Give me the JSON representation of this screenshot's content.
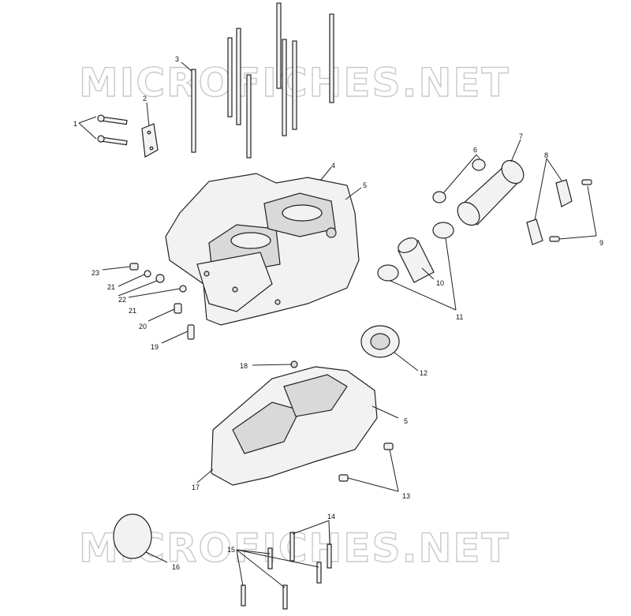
{
  "watermark": {
    "text": "MICROFICHES.NET"
  },
  "callouts": [
    {
      "id": "c1",
      "label": "1"
    },
    {
      "id": "c2",
      "label": "2"
    },
    {
      "id": "c3",
      "label": "3"
    },
    {
      "id": "c4",
      "label": "4"
    },
    {
      "id": "c5a",
      "label": "5"
    },
    {
      "id": "c5b",
      "label": "5"
    },
    {
      "id": "c6",
      "label": "6"
    },
    {
      "id": "c7",
      "label": "7"
    },
    {
      "id": "c8",
      "label": "8"
    },
    {
      "id": "c9",
      "label": "9"
    },
    {
      "id": "c10",
      "label": "10"
    },
    {
      "id": "c11",
      "label": "11"
    },
    {
      "id": "c12",
      "label": "12"
    },
    {
      "id": "c13",
      "label": "13"
    },
    {
      "id": "c14",
      "label": "14"
    },
    {
      "id": "c15",
      "label": "15"
    },
    {
      "id": "c16",
      "label": "16"
    },
    {
      "id": "c17",
      "label": "17"
    },
    {
      "id": "c18",
      "label": "18"
    },
    {
      "id": "c19",
      "label": "19"
    },
    {
      "id": "c20",
      "label": "20"
    },
    {
      "id": "c21a",
      "label": "21"
    },
    {
      "id": "c21b",
      "label": "21"
    },
    {
      "id": "c22",
      "label": "22"
    },
    {
      "id": "c23",
      "label": "23"
    }
  ]
}
